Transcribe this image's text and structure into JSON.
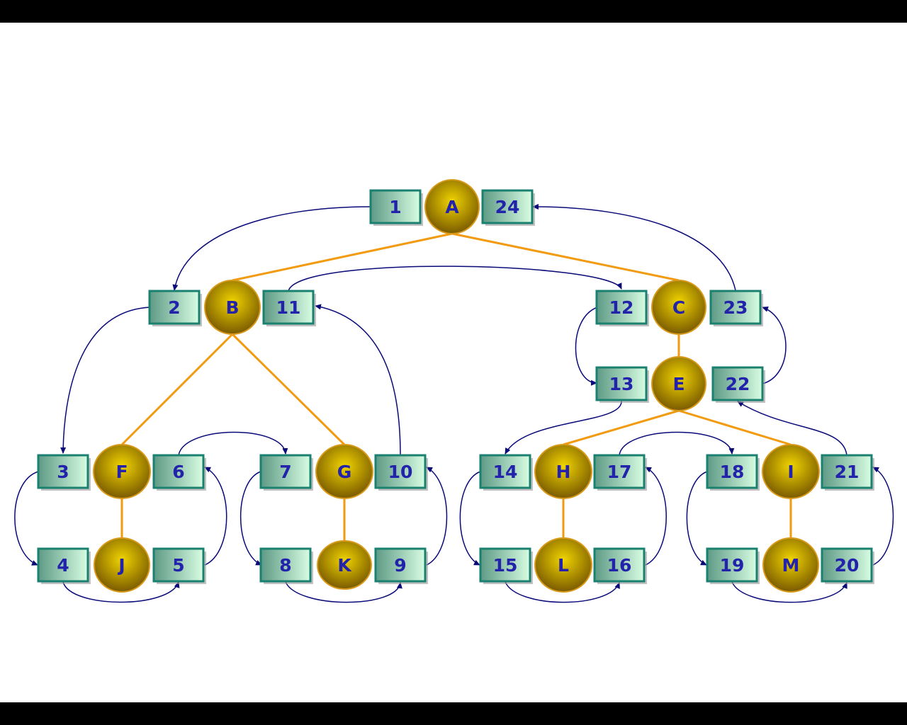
{
  "diagram": {
    "colors": {
      "tree_edge": "#f29a10",
      "arrow": "#0a0a78",
      "node_fill_light": "#f0d400",
      "node_fill_dark": "#7a5a00",
      "node_stroke": "#d89a1a",
      "box_fill_left": "#5e9a86",
      "box_fill_right": "#d8fde2",
      "box_stroke": "#1a8070",
      "text": "#2222aa"
    },
    "nodes": [
      {
        "id": "A",
        "label": "A",
        "pre": "1",
        "post": "24"
      },
      {
        "id": "B",
        "label": "B",
        "pre": "2",
        "post": "11"
      },
      {
        "id": "C",
        "label": "C",
        "pre": "12",
        "post": "23"
      },
      {
        "id": "E",
        "label": "E",
        "pre": "13",
        "post": "22"
      },
      {
        "id": "F",
        "label": "F",
        "pre": "3",
        "post": "6"
      },
      {
        "id": "G",
        "label": "G",
        "pre": "7",
        "post": "10"
      },
      {
        "id": "H",
        "label": "H",
        "pre": "14",
        "post": "17"
      },
      {
        "id": "I",
        "label": "I",
        "pre": "18",
        "post": "21"
      },
      {
        "id": "J",
        "label": "J",
        "pre": "4",
        "post": "5"
      },
      {
        "id": "K",
        "label": "K",
        "pre": "8",
        "post": "9"
      },
      {
        "id": "L",
        "label": "L",
        "pre": "15",
        "post": "16"
      },
      {
        "id": "M",
        "label": "M",
        "pre": "19",
        "post": "20"
      }
    ],
    "edges": [
      {
        "from": "A",
        "to": "B"
      },
      {
        "from": "A",
        "to": "C"
      },
      {
        "from": "B",
        "to": "F"
      },
      {
        "from": "B",
        "to": "G"
      },
      {
        "from": "C",
        "to": "E"
      },
      {
        "from": "E",
        "to": "H"
      },
      {
        "from": "E",
        "to": "I"
      },
      {
        "from": "F",
        "to": "J"
      },
      {
        "from": "G",
        "to": "K"
      },
      {
        "from": "H",
        "to": "L"
      },
      {
        "from": "I",
        "to": "M"
      }
    ],
    "traversal_sequence": [
      "1",
      "2",
      "3",
      "4",
      "5",
      "6",
      "7",
      "8",
      "9",
      "10",
      "11",
      "12",
      "13",
      "14",
      "15",
      "16",
      "17",
      "18",
      "19",
      "20",
      "21",
      "22",
      "23",
      "24"
    ]
  }
}
